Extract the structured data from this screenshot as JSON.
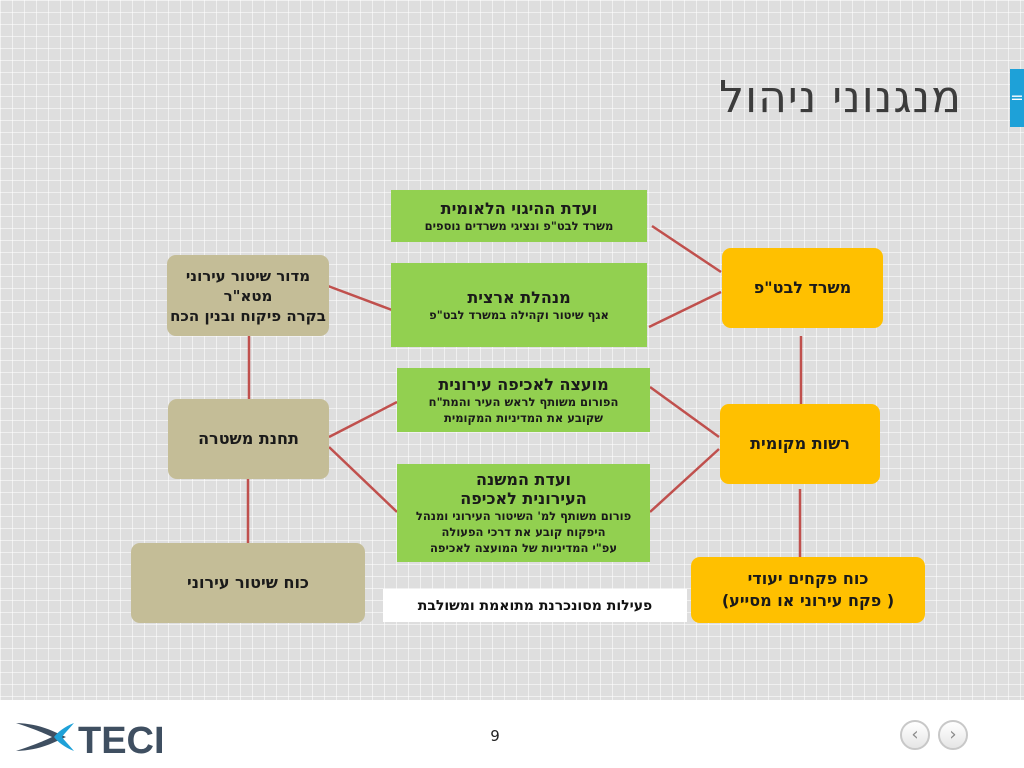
{
  "slide": {
    "title": "מנגנוני ניהול",
    "accent_tab_glyph": "="
  },
  "diagram": {
    "green": {
      "steering": {
        "title": "ועדת ההיגוי  הלאומית",
        "subtitle": "משרד לבט\"פ ונציגי משרדים נוספים"
      },
      "national_directorate": {
        "title": "מנהלת ארצית",
        "subtitle": "אגף שיטור וקהילה במשרד לבט\"פ"
      },
      "enforcement_council": {
        "title": "מועצה לאכיפה עירונית",
        "lines": [
          "הפורום משותף לראש העיר והמת\"ח",
          "שקובע את המדיניות המקומית"
        ]
      },
      "subcommittee": {
        "title_lines": [
          "ועדת המשנה",
          "העירונית לאכיפה"
        ],
        "lines": [
          "פורום משותף למ' השיטור העירוני ומנהל",
          "היפקוח קובע את דרכי הפעולה",
          "עפ\"י המדיניות של המועצה לאכיפה"
        ]
      }
    },
    "yellow": {
      "ministry": "משרד לבט\"פ",
      "local_authority": "רשות מקומית",
      "inspectors": {
        "line1": "כוח פקחים יעודי",
        "line2": "( פקח עירוני או מסייע)"
      }
    },
    "tan": {
      "urban_policing_unit": [
        "מדור שיטור עירוני",
        "מטא\"ר",
        "בקרה פיקוח ובנין הכח"
      ],
      "police_station": "תחנת משטרה",
      "urban_police_force": "כוח שיטור עירוני"
    },
    "note": "פעילות מסונכרנת מתואמת ומשולבת",
    "colors": {
      "green": "#92d050",
      "yellow": "#ffc000",
      "tan": "#c4bd97",
      "connector": "#c0504d",
      "accent": "#1ea1d8"
    }
  },
  "footer": {
    "logo_text": "TECI",
    "page_number": "9",
    "prev_icon": "‹",
    "next_icon": "›"
  }
}
